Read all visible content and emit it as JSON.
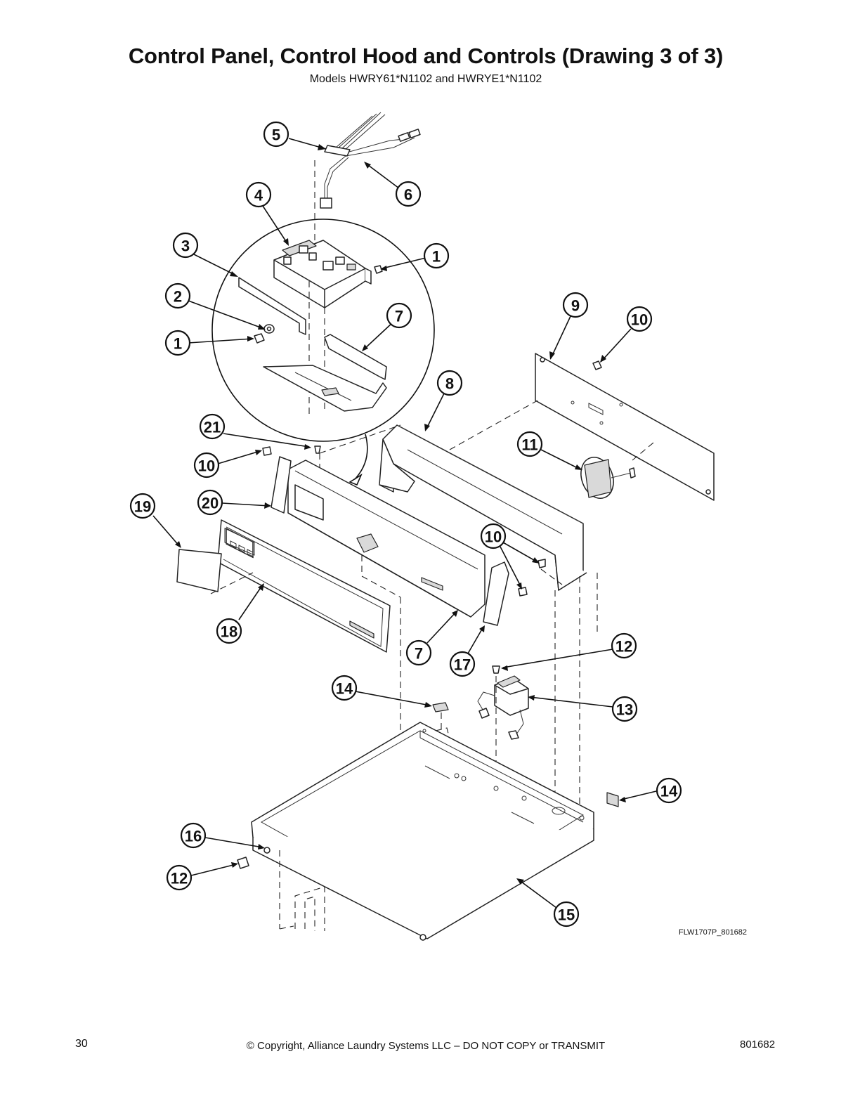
{
  "header": {
    "title": "Control Panel, Control Hood and Controls (Drawing 3 of 3)",
    "subtitle": "Models HWRY61*N1102 and HWRYE1*N1102"
  },
  "diagram": {
    "drawing_code": "FLW1707P_801682",
    "callouts": [
      "5",
      "6",
      "4",
      "3",
      "1",
      "2",
      "1",
      "7",
      "9",
      "10",
      "8",
      "21",
      "11",
      "10",
      "20",
      "19",
      "10",
      "18",
      "7",
      "17",
      "12",
      "14",
      "13",
      "14",
      "16",
      "12",
      "15"
    ]
  },
  "footer": {
    "page_number": "30",
    "copyright": "© Copyright, Alliance Laundry Systems LLC – DO NOT COPY or TRANSMIT",
    "doc_number": "801682"
  }
}
